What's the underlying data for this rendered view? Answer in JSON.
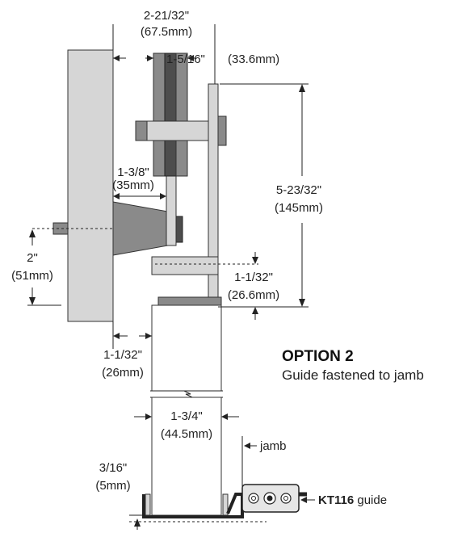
{
  "dimensions": {
    "top_width": {
      "imperial": "2-21/32\"",
      "metric": "(67.5mm)"
    },
    "pulley_width": {
      "imperial": "1-5/16\"",
      "metric": "(33.6mm)"
    },
    "bracket_offset": {
      "imperial": "1-3/8\"",
      "metric": "(35mm)"
    },
    "height": {
      "imperial": "5-23/32\"",
      "metric": "(145mm)"
    },
    "axle_height": {
      "imperial": "2\"",
      "metric": "(51mm)"
    },
    "base_offset": {
      "imperial": "1-1/32\"",
      "metric": "(26.6mm)"
    },
    "door_gap": {
      "imperial": "1-1/32\"",
      "metric": "(26mm)"
    },
    "guide_width": {
      "imperial": "1-3/4\"",
      "metric": "(44.5mm)"
    },
    "guide_thickness": {
      "imperial": "3/16\"",
      "metric": "(5mm)"
    }
  },
  "option": {
    "title": "OPTION 2",
    "subtitle": "Guide fastened to jamb"
  },
  "labels": {
    "jamb": "jamb",
    "guide_model": "KT116",
    "guide_word": "guide"
  }
}
